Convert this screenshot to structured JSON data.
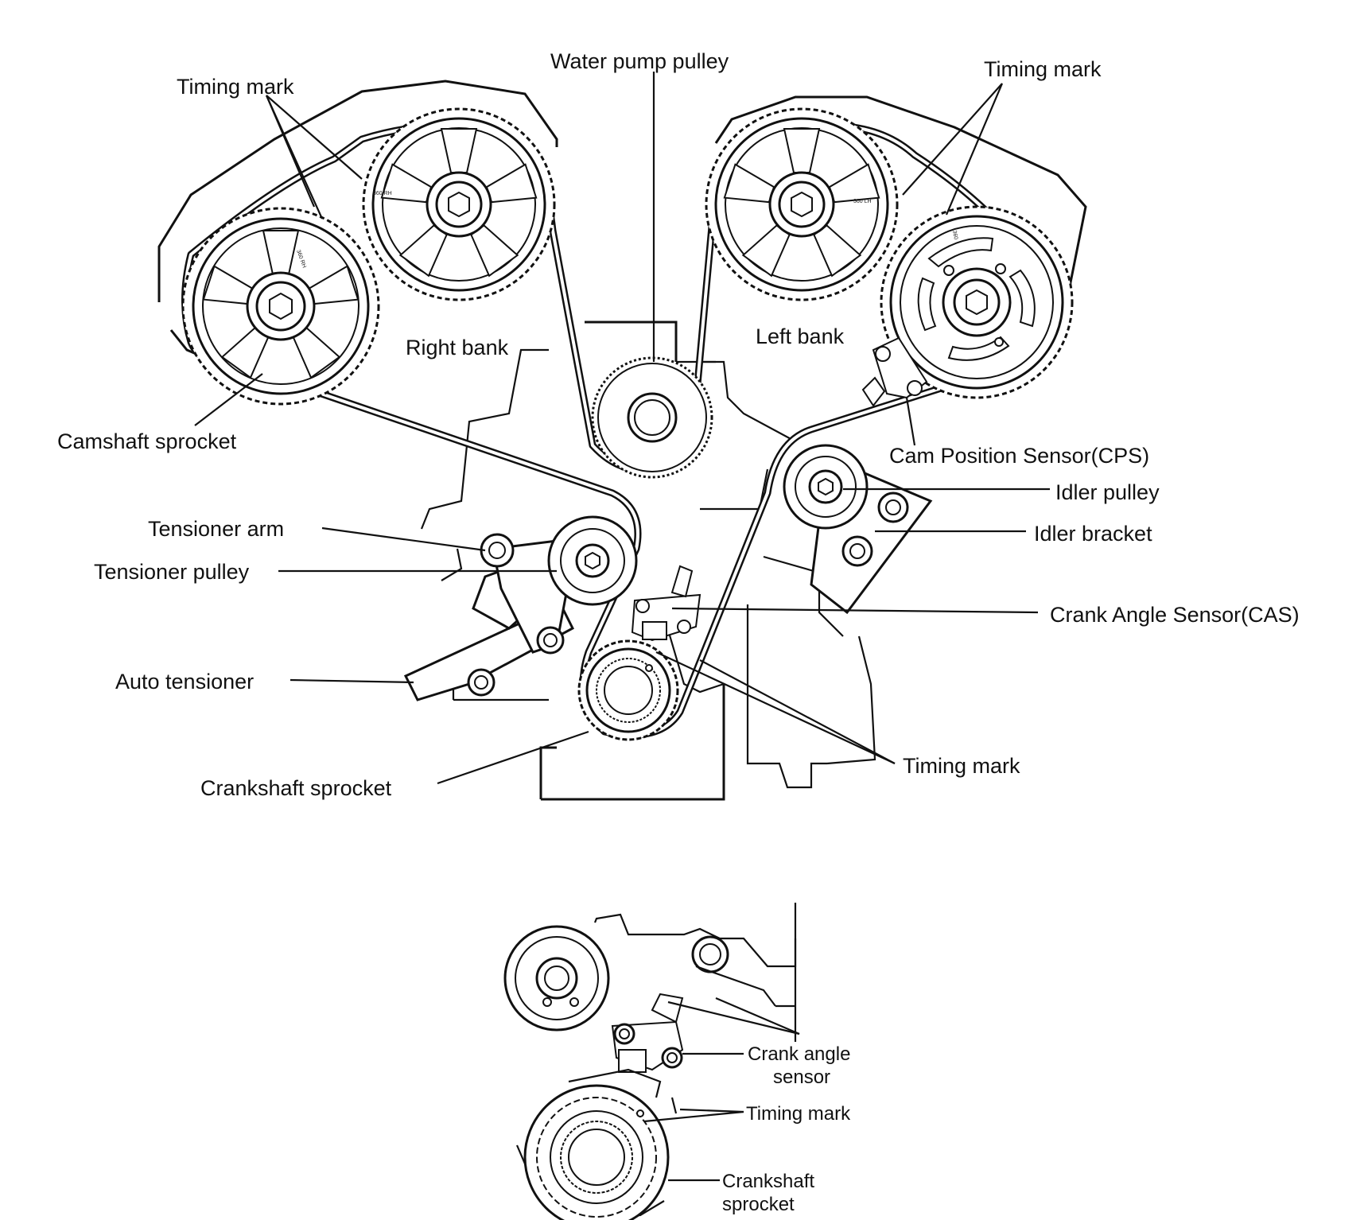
{
  "labels": {
    "water_pump_pulley": "Water pump pulley",
    "timing_mark_left": "Timing mark",
    "timing_mark_right": "Timing mark",
    "right_bank": "Right bank",
    "left_bank": "Left bank",
    "camshaft_sprocket": "Camshaft sprocket",
    "cam_position_sensor": "Cam Position Sensor(CPS)",
    "idler_pulley": "Idler pulley",
    "idler_bracket": "Idler bracket",
    "tensioner_arm": "Tensioner arm",
    "tensioner_pulley": "Tensioner pulley",
    "crank_angle_sensor": "Crank Angle Sensor(CAS)",
    "auto_tensioner": "Auto tensioner",
    "timing_mark_bottom": "Timing mark",
    "crankshaft_sprocket": "Crankshaft sprocket"
  },
  "detail_labels": {
    "crank_angle_sensor_line1": "Crank angle",
    "crank_angle_sensor_line2": "sensor",
    "timing_mark": "Timing mark",
    "crankshaft_sprocket_line1": "Crankshaft",
    "crankshaft_sprocket_line2": "sprocket"
  },
  "sprocket_marks": {
    "right_front": "360 RH",
    "right_rear": "360 RH",
    "left_front": "360 LH",
    "left_rear": "360"
  }
}
